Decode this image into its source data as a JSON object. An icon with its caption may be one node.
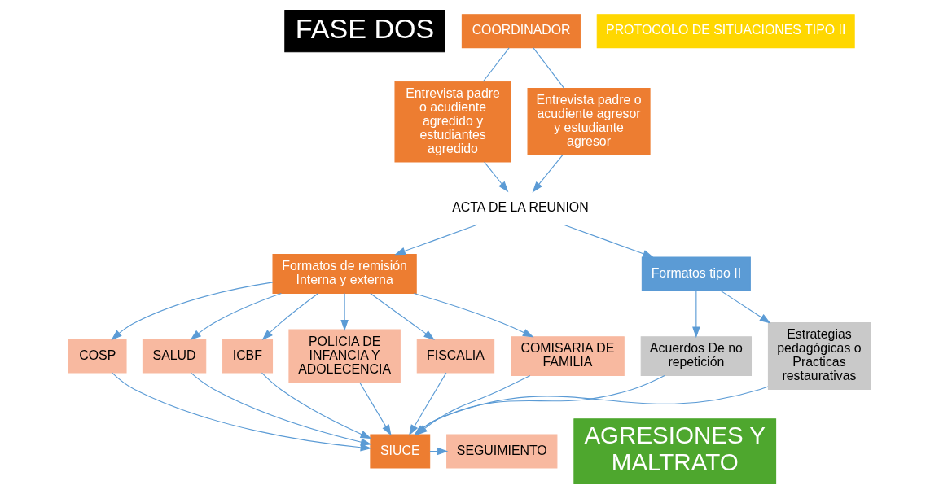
{
  "diagram": {
    "nodes": [
      {
        "text": [
          "COORDINADOR"
        ]
      },
      {
        "text": [
          "PROTOCOLO DE SITUACIONES TIPO II"
        ]
      },
      {
        "text": [
          "FASE DOS"
        ]
      },
      {
        "text": [
          "Entrevista padre  o acudiente  agredido y estudiantes agredido"
        ]
      },
      {
        "text": [
          "Entrevista padre o acudiente agresor y estudiante agresor"
        ]
      },
      {
        "text": [
          "ACTA DE LA REUNION"
        ]
      },
      {
        "text": [
          "Formatos de remisión Interna y externa"
        ]
      },
      {
        "text": [
          "Formatos tipo II"
        ]
      },
      {
        "text": [
          "COSP"
        ]
      },
      {
        "text": [
          "SALUD"
        ]
      },
      {
        "text": [
          "ICBF"
        ]
      },
      {
        "text": [
          "POLICIA DE INFANCIA Y ADOLECENCIA"
        ]
      },
      {
        "text": [
          "FISCALIA"
        ]
      },
      {
        "text": [
          "COMISARIA DE FAMILIA"
        ]
      },
      {
        "text": [
          "Acuerdos De no repetición"
        ]
      },
      {
        "text": [
          "Estrategias pedagógicas o Practicas restaurativas"
        ]
      },
      {
        "text": [
          "AGRESIONES Y MALTRATO"
        ]
      },
      {
        "text": [
          "SIUCE"
        ]
      },
      {
        "text": [
          "SEGUIMIENTO"
        ]
      }
    ],
    "edges": [
      {
        "from": 0,
        "to": 3,
        "arrow": "none"
      },
      {
        "from": 0,
        "to": 4,
        "arrow": "none"
      },
      {
        "from": 3,
        "to": 5,
        "arrow": "to"
      },
      {
        "from": 4,
        "to": 5,
        "arrow": "to"
      },
      {
        "from": 5,
        "to": 6,
        "arrow": "to"
      },
      {
        "from": 5,
        "to": 7,
        "arrow": "to"
      },
      {
        "from": 6,
        "to": 8,
        "arrow": "to"
      },
      {
        "from": 6,
        "to": 9,
        "arrow": "to"
      },
      {
        "from": 6,
        "to": 10,
        "arrow": "to"
      },
      {
        "from": 6,
        "to": 11,
        "arrow": "to"
      },
      {
        "from": 6,
        "to": 12,
        "arrow": "to"
      },
      {
        "from": 6,
        "to": 13,
        "arrow": "to"
      },
      {
        "from": 7,
        "to": 14,
        "arrow": "to"
      },
      {
        "from": 7,
        "to": 15,
        "arrow": "to"
      },
      {
        "from": 8,
        "to": 17,
        "arrow": "to"
      },
      {
        "from": 9,
        "to": 17,
        "arrow": "to"
      },
      {
        "from": 10,
        "to": 17,
        "arrow": "to"
      },
      {
        "from": 11,
        "to": 17,
        "arrow": "to"
      },
      {
        "from": 12,
        "to": 17,
        "arrow": "to"
      },
      {
        "from": 13,
        "to": 17,
        "arrow": "to"
      },
      {
        "from": 14,
        "to": 17,
        "arrow": "to"
      },
      {
        "from": 15,
        "to": 17,
        "arrow": "to"
      },
      {
        "from": 17,
        "to": 18,
        "arrow": "to"
      }
    ]
  }
}
